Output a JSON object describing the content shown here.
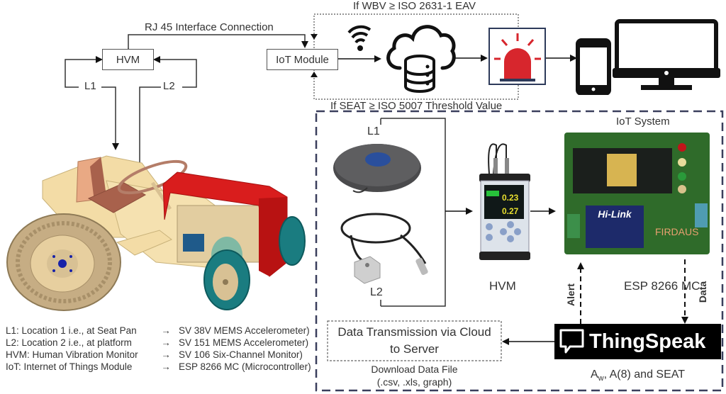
{
  "top": {
    "rj45_label": "RJ 45 Interface Connection",
    "hvm_label": "HVM",
    "iot_module_label": "IoT Module",
    "l1_label": "L1",
    "l2_label": "L2",
    "wbv_condition": "If WBV ≥ ISO 2631-1 EAV",
    "seat_condition": "If SEAT ≥ ISO 5007 Threshold Value"
  },
  "iot_panel": {
    "l1_label": "L1",
    "l2_label": "L2",
    "hvm_caption": "HVM",
    "iot_system_label": "IoT System",
    "esp_caption": "ESP 8266 MC",
    "alert_label": "Alert",
    "data_label": "Data",
    "hvm_screen_values": [
      "0.23",
      "0.27"
    ],
    "board_brand": "Hi-Link",
    "board_name": "FIRDAUS",
    "thingspeak_label": "ThingSpeak",
    "transmission_line1": "Data Transmission via Cloud",
    "transmission_line2": "to Server",
    "download_line1": "Download Data File",
    "download_line2": "(.csv, .xls, graph)",
    "metrics_prefix": "A",
    "metrics_sub": "w",
    "metrics_rest": ", A(8) and SEAT"
  },
  "legend": [
    {
      "key": "L1: Location 1 i.e., at Seat Pan",
      "value": "SV 38V MEMS Accelerometer)"
    },
    {
      "key": "L2: Location 2 i.e., at platform",
      "value": "SV 151 MEMS Accelerometer)"
    },
    {
      "key": "HVM: Human Vibration Monitor",
      "value": "SV 106 Six-Channel Monitor)"
    },
    {
      "key": "IoT: Internet of Things Module",
      "value": "ESP 8266 MC (Microcontroller)"
    }
  ],
  "colors": {
    "alarm_red": "#d7262d",
    "alarm_frame": "#2d3a5a",
    "panel_dash": "#3a3f5c",
    "tractor_hood": "#d91d1d",
    "tractor_body": "#f3dca6",
    "tractor_seat": "#a8614c",
    "front_tire": "#1a7c80",
    "pcb_green": "#2f6b2a"
  },
  "icons": [
    "wifi-icon",
    "cloud-database-icon",
    "alarm-siren-icon",
    "phone-icon",
    "monitor-icon",
    "chat-bubble-icon"
  ]
}
